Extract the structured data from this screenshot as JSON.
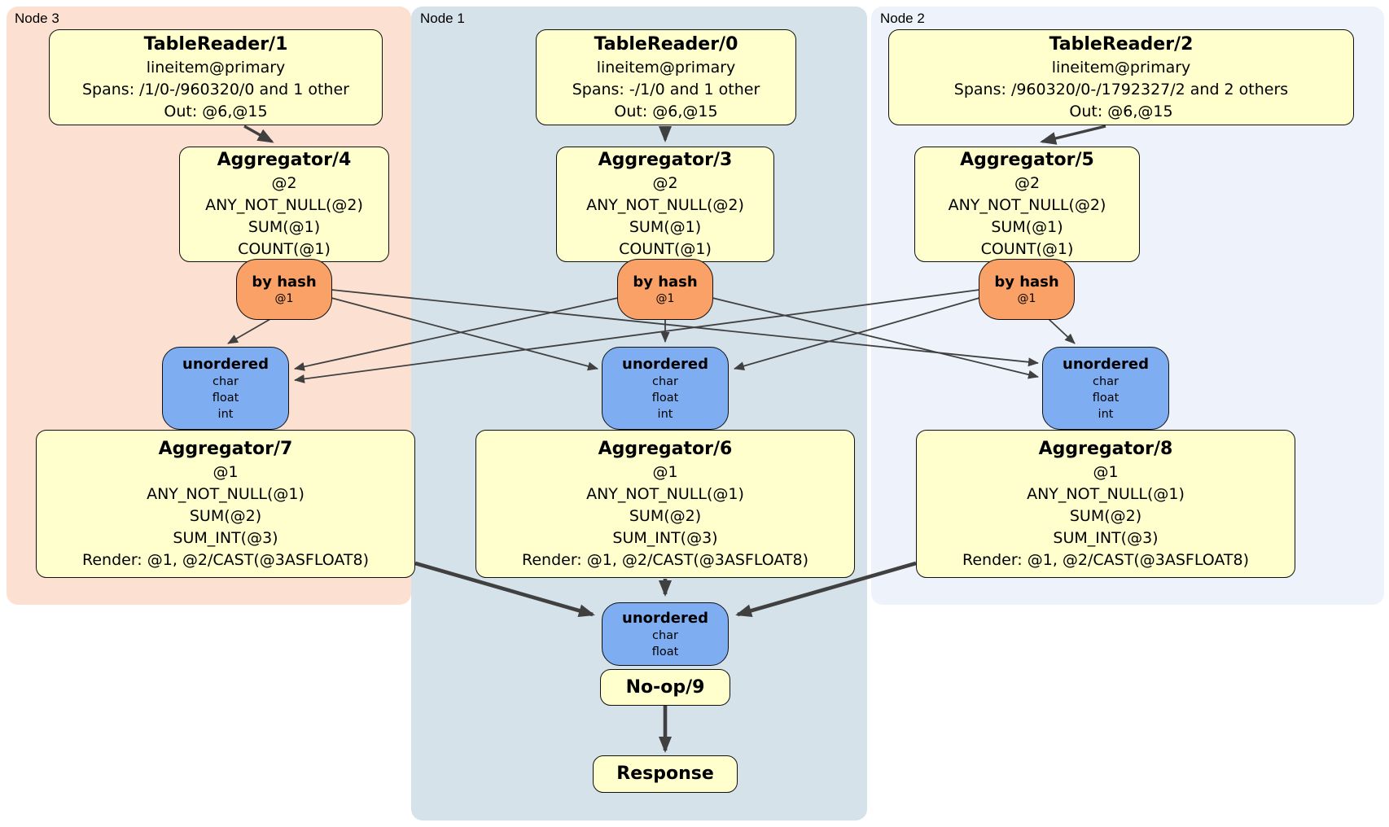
{
  "regions": {
    "node3": {
      "label": "Node 3"
    },
    "node1": {
      "label": "Node 1"
    },
    "node2": {
      "label": "Node 2"
    }
  },
  "processors": {
    "tr1": {
      "title": "TableReader/1",
      "lines": [
        "lineitem@primary",
        "Spans: /1/0-/960320/0 and 1 other",
        "Out: @6,@15"
      ]
    },
    "tr0": {
      "title": "TableReader/0",
      "lines": [
        "lineitem@primary",
        "Spans: -/1/0 and 1 other",
        "Out: @6,@15"
      ]
    },
    "tr2": {
      "title": "TableReader/2",
      "lines": [
        "lineitem@primary",
        "Spans: /960320/0-/1792327/2 and 2 others",
        "Out: @6,@15"
      ]
    },
    "agg4": {
      "title": "Aggregator/4",
      "lines": [
        "@2",
        "ANY_NOT_NULL(@2)",
        "SUM(@1)",
        "COUNT(@1)"
      ]
    },
    "agg3": {
      "title": "Aggregator/3",
      "lines": [
        "@2",
        "ANY_NOT_NULL(@2)",
        "SUM(@1)",
        "COUNT(@1)"
      ]
    },
    "agg5": {
      "title": "Aggregator/5",
      "lines": [
        "@2",
        "ANY_NOT_NULL(@2)",
        "SUM(@1)",
        "COUNT(@1)"
      ]
    },
    "agg7": {
      "title": "Aggregator/7",
      "lines": [
        "@1",
        "ANY_NOT_NULL(@1)",
        "SUM(@2)",
        "SUM_INT(@3)",
        "Render: @1, @2/CAST(@3ASFLOAT8)"
      ]
    },
    "agg6": {
      "title": "Aggregator/6",
      "lines": [
        "@1",
        "ANY_NOT_NULL(@1)",
        "SUM(@2)",
        "SUM_INT(@3)",
        "Render: @1, @2/CAST(@3ASFLOAT8)"
      ]
    },
    "agg8": {
      "title": "Aggregator/8",
      "lines": [
        "@1",
        "ANY_NOT_NULL(@1)",
        "SUM(@2)",
        "SUM_INT(@3)",
        "Render: @1, @2/CAST(@3ASFLOAT8)"
      ]
    },
    "noop": {
      "title": "No-op/9"
    },
    "response": {
      "title": "Response"
    }
  },
  "routers": {
    "r3": {
      "title": "by hash",
      "detail": "@1"
    },
    "r1": {
      "title": "by hash",
      "detail": "@1"
    },
    "r2": {
      "title": "by hash",
      "detail": "@1"
    }
  },
  "syncs": {
    "u3": {
      "title": "unordered",
      "lines": [
        "char",
        "float",
        "int"
      ]
    },
    "u1": {
      "title": "unordered",
      "lines": [
        "char",
        "float",
        "int"
      ]
    },
    "u2": {
      "title": "unordered",
      "lines": [
        "char",
        "float",
        "int"
      ]
    },
    "ufinal": {
      "title": "unordered",
      "lines": [
        "char",
        "float"
      ]
    }
  },
  "colors": {
    "node3_bg": "#fce1d2",
    "node1_bg": "#d5e2ea",
    "node2_bg": "#edf2fb",
    "processor_bg": "#ffffce",
    "router_bg": "#f9a166",
    "sync_bg": "#7fadf2",
    "edge": "#404040"
  }
}
